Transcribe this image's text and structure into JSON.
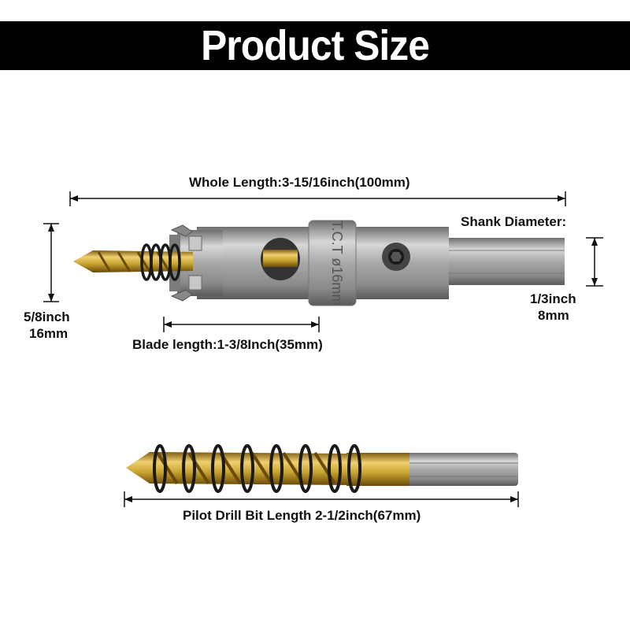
{
  "title": "Product Size",
  "labels": {
    "whole_length": "Whole Length:3-15/16inch(100mm)",
    "shank_diameter": "Shank Diameter:",
    "shank_inch": "1/3inch",
    "shank_mm": "8mm",
    "cutter_diameter_inch": "5/8inch",
    "cutter_diameter_mm": "16mm",
    "blade_length": "Blade length:1-3/8Inch(35mm)",
    "pilot_length": "Pilot Drill Bit Length 2-1/2inch(67mm)",
    "engraving": "T.C.T ø16mm"
  },
  "colors": {
    "banner": "#000000",
    "steel": "#9a9a9a",
    "titanium_gold": "#c9a531",
    "spring": "#1a1a1a"
  }
}
